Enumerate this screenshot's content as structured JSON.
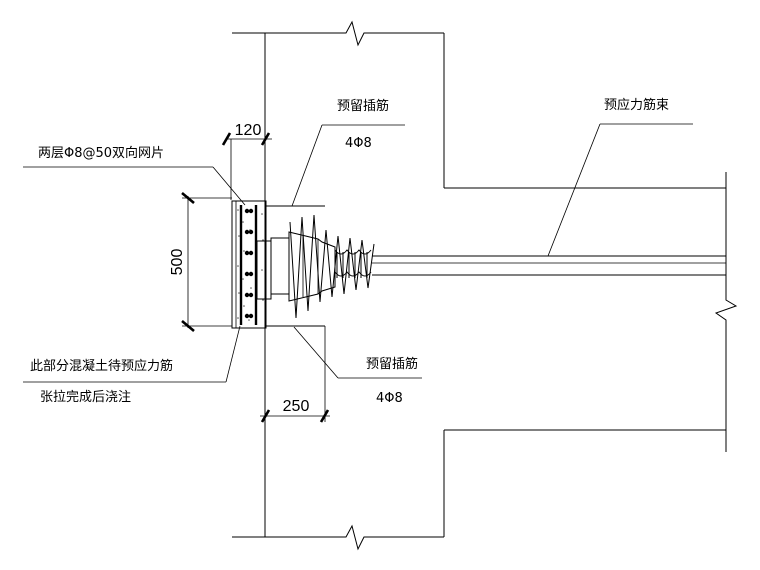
{
  "labels": {
    "rebar_top_name": "预留插筋",
    "rebar_top_spec": "4Φ8",
    "tendon": "预应力筋束",
    "mesh_note": "两层Φ8@50双向网片",
    "pour_note_line1": "此部分混凝土待预应力筋",
    "pour_note_line2": "张拉完成后浇注",
    "rebar_bottom_name": "预留插筋",
    "rebar_bottom_spec": "4Φ8"
  },
  "dimensions": {
    "top_width": "120",
    "height": "500",
    "bottom_width": "250"
  }
}
